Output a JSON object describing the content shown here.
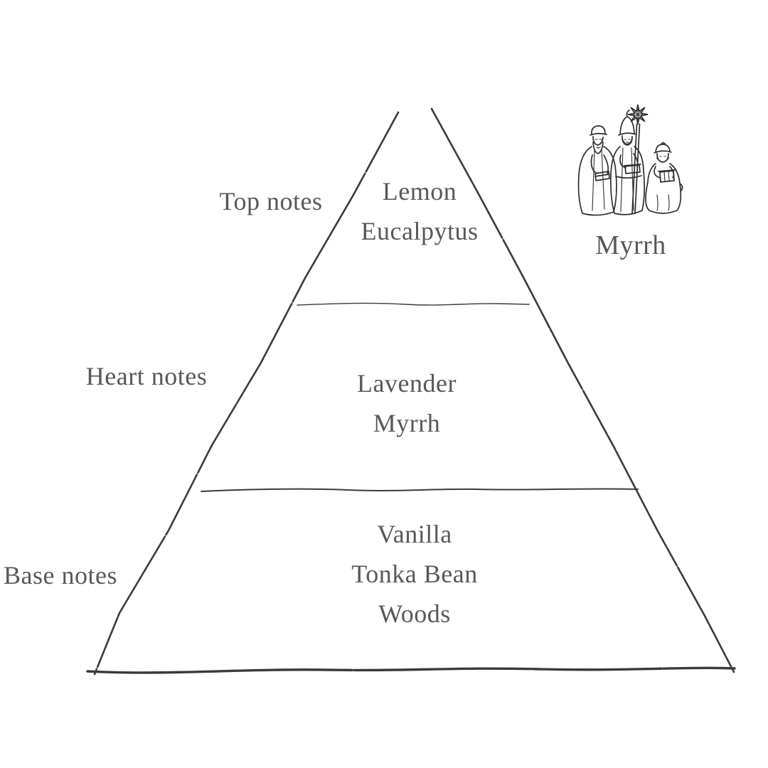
{
  "diagram": {
    "kind": "fragrance-note-pyramid",
    "colors": {
      "background": "#ffffff",
      "line": "#3a3a3c",
      "text": "#58585a"
    },
    "pyramid": {
      "levels": [
        {
          "label": "Top notes",
          "notes": [
            "Lemon",
            "Eucalpytus"
          ]
        },
        {
          "label": "Heart notes",
          "notes": [
            "Lavender",
            "Myrrh"
          ]
        },
        {
          "label": "Base notes",
          "notes": [
            "Vanilla",
            "Tonka Bean",
            "Woods"
          ]
        }
      ]
    },
    "illustration": {
      "icon": "three-wise-men-icon",
      "caption": "Myrrh"
    }
  }
}
